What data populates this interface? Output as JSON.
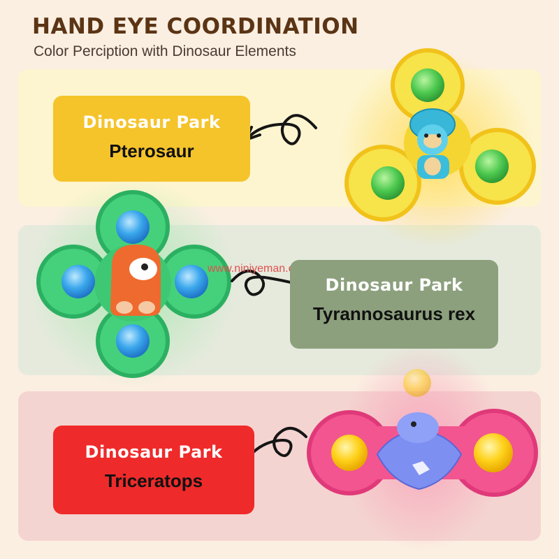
{
  "header": {
    "title": "HAND EYE COORDINATION",
    "subtitle": "Color Perciption with Dinosaur Elements"
  },
  "cards": [
    {
      "park": "Dinosaur Park",
      "species": "Pterosaur",
      "color": "#f5c42b"
    },
    {
      "park": "Dinosaur Park",
      "species": "Tyrannosaurus rex",
      "color": "#8ca07d"
    },
    {
      "park": "Dinosaur Park",
      "species": "Triceratops",
      "color": "#ef2a2a"
    }
  ],
  "watermark": "www.niniyeman.com",
  "colors": {
    "yellow_spinner": "#f7e34a",
    "green_spinner": "#45d17c",
    "pink_spinner": "#f2558f",
    "title_brown": "#5a3414"
  }
}
